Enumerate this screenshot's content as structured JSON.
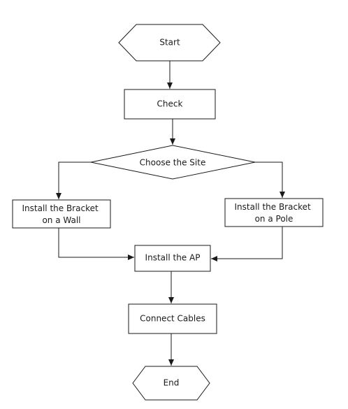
{
  "flowchart": {
    "start": {
      "label": "Start"
    },
    "check": {
      "label": "Check"
    },
    "choose_site": {
      "label": "Choose the Site"
    },
    "wall_bracket": {
      "lines": [
        "Install the Bracket",
        "on a Wall"
      ]
    },
    "pole_bracket": {
      "lines": [
        "Install the Bracket",
        "on a Pole"
      ]
    },
    "install_ap": {
      "label": "Install the AP"
    },
    "connect_cables": {
      "label": "Connect Cables"
    },
    "end": {
      "label": "End"
    }
  },
  "colors": {
    "stroke": "#1a1a1a",
    "fill": "#ffffff",
    "text": "#1a1a1a"
  }
}
